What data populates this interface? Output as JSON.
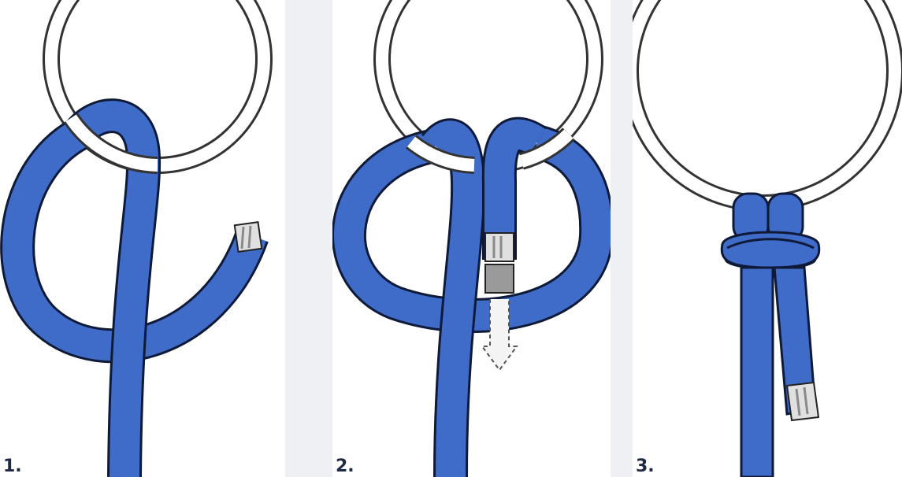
{
  "steps": [
    {
      "label": "1.",
      "description_icon": "rope-loop-around-ring-icon"
    },
    {
      "label": "2.",
      "description_icon": "rope-end-threaded-through-loop-icon"
    },
    {
      "label": "3.",
      "description_icon": "finished-knot-on-ring-icon"
    }
  ],
  "colors": {
    "rope": "#3f6bc9",
    "rope_outline": "#0f1a38",
    "ring": "#ffffff",
    "ring_outline": "#333333",
    "background_gap": "#eef0f3",
    "cap": "#e0e0e0",
    "cap_stripe": "#8a8a8a"
  }
}
